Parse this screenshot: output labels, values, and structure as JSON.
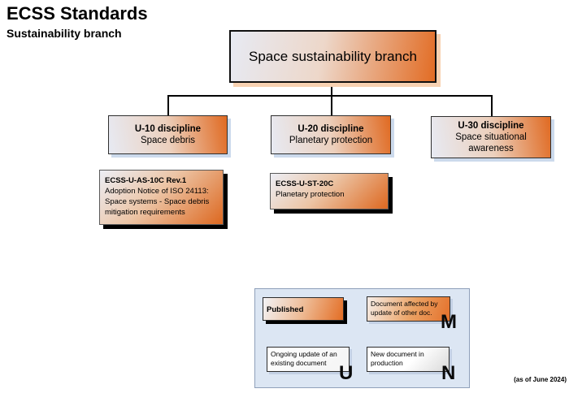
{
  "page": {
    "title": "ECSS Standards",
    "subtitle": "Sustainability branch",
    "footnote": "(as of June 2024)"
  },
  "chart": {
    "root": {
      "label": "Space sustainability branch"
    },
    "disciplines": [
      {
        "title": "U-10 discipline",
        "subtitle": "Space debris"
      },
      {
        "title": "U-20 discipline",
        "subtitle": "Planetary protection"
      },
      {
        "title": "U-30 discipline",
        "subtitle": "Space situational awareness"
      }
    ],
    "documents": [
      {
        "title": "ECSS-U-AS-10C Rev.1",
        "body": "Adoption Notice of ISO 24113: Space systems - Space debris mitigation requirements"
      },
      {
        "title": "ECSS-U-ST-20C",
        "body": "Planetary protection"
      }
    ]
  },
  "legend": {
    "published": {
      "label": "Published"
    },
    "affected": {
      "label": "Document affected by update of other doc.",
      "letter": "M"
    },
    "ongoing": {
      "label": "Ongoing update of an existing document",
      "letter": "U"
    },
    "new_doc": {
      "label": "New document in production",
      "letter": "N"
    }
  },
  "colors": {
    "accent_orange": "#e26c24",
    "gradient_light": "#e7eaf3",
    "root_shadow": "#f8d2b2",
    "blue_shadow": "#ccdaec",
    "doc_shadow": "#000000",
    "legend_background": "#dce6f3",
    "legend_border": "#8fa0ba",
    "line_color": "#000000"
  }
}
